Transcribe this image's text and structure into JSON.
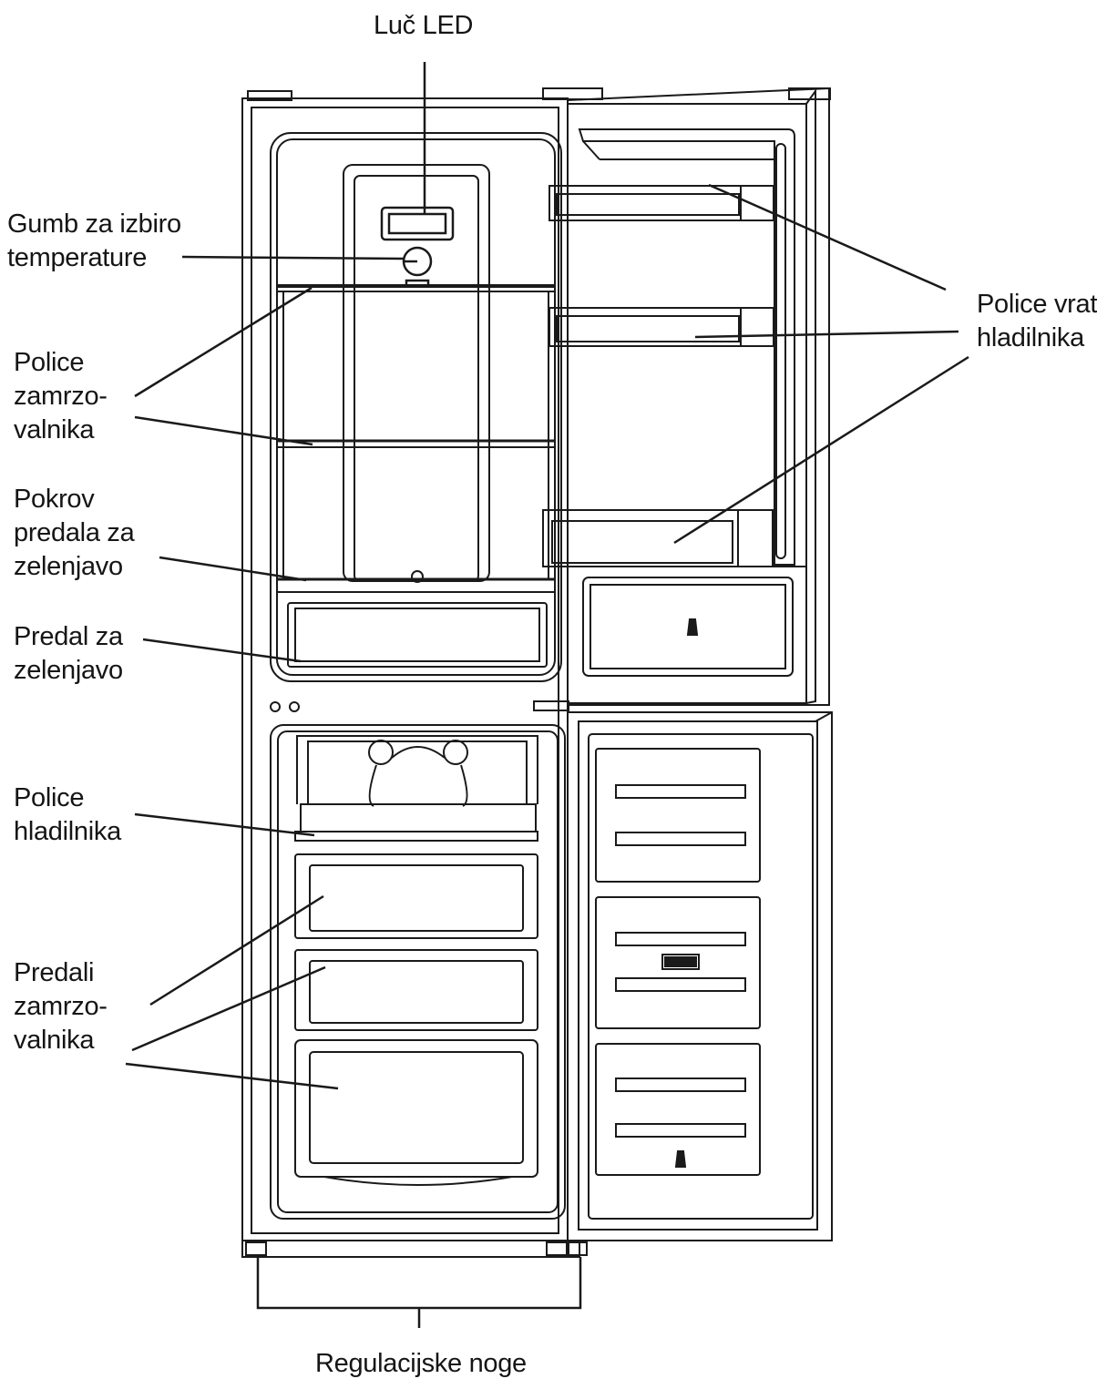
{
  "labels": {
    "led_light": "Luč LED",
    "temperature_knob": [
      "Gumb za izbiro",
      "temperature"
    ],
    "freezer_shelves": [
      "Police",
      "zamrzo-",
      "valnika"
    ],
    "crisper_cover": [
      "Pokrov",
      "predala za",
      "zelenjavo"
    ],
    "crisper_drawer": [
      "Predal za",
      "zelenjavo"
    ],
    "fridge_shelves": [
      "Police",
      "hladilnika"
    ],
    "freezer_drawers": [
      "Predali",
      "zamrzo-",
      "valnika"
    ],
    "door_shelves": [
      "Police vrat",
      "hladilnika"
    ],
    "leveling_feet": "Regulacijske noge"
  },
  "colors": {
    "line": "#1a1a1a",
    "background": "#ffffff"
  }
}
